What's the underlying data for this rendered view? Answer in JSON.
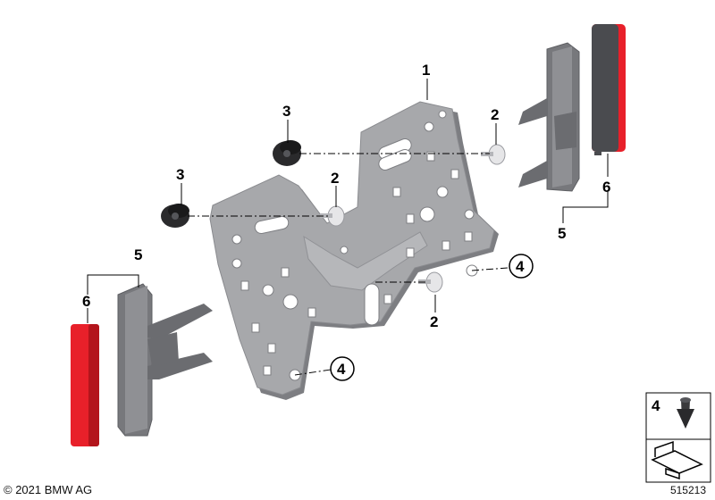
{
  "callouts": {
    "part1": "1",
    "part2_a": "2",
    "part2_b": "2",
    "part2_c": "2",
    "part3_a": "3",
    "part3_b": "3",
    "part4_a": "4",
    "part4_b": "4",
    "part5_a": "5",
    "part5_b": "5",
    "part6_a": "6",
    "part6_b": "6"
  },
  "legend": {
    "item_number": "4"
  },
  "footer": {
    "copyright": "© 2021 BMW AG",
    "diagram_id": "515213"
  },
  "colors": {
    "plate": "#a7a8ab",
    "plate_shadow": "#7d7e82",
    "reflector": "#e8202a",
    "holder": "#77787c",
    "bolt": "#2a2a2c"
  }
}
